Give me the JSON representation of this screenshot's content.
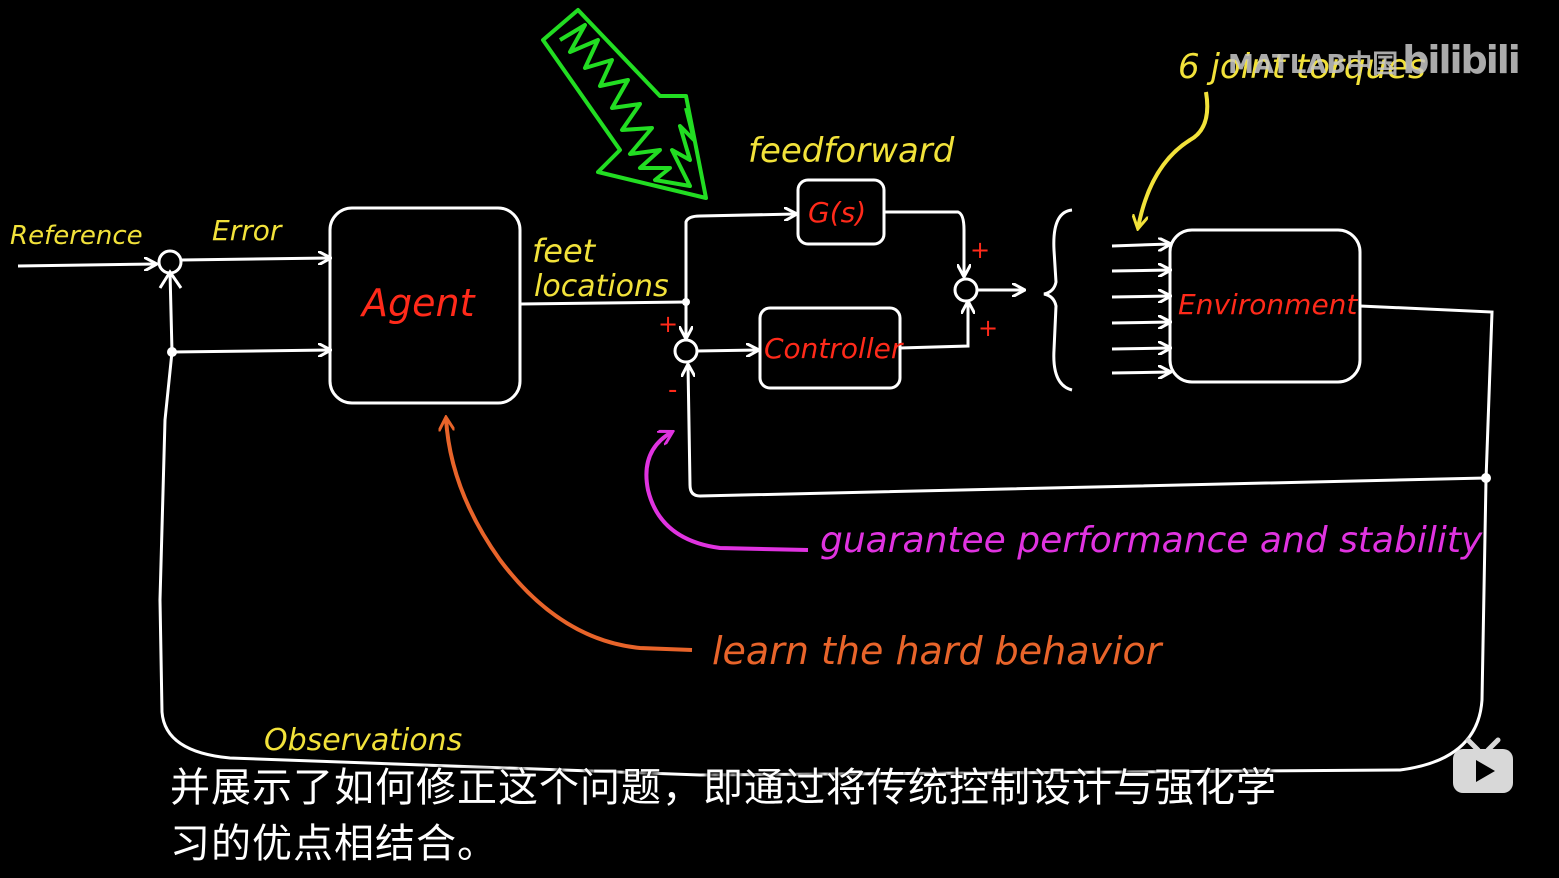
{
  "labels": {
    "reference": "Reference",
    "error": "Error",
    "agent": "Agent",
    "feet": "feet",
    "locations": "locations",
    "feedforward": "feedforward",
    "gs": "G(s)",
    "controller": "Controller",
    "environment": "Environment",
    "joint_torques": "6 joint torques",
    "observations": "Observations",
    "plus_top": "+",
    "plus_bottom": "+",
    "plus_sum": "+",
    "minus_sum": "-",
    "guarantee": "guarantee performance and stability",
    "learn": "learn the hard behavior"
  },
  "watermark": {
    "brand": "MATLAB中国",
    "site": "bilibili"
  },
  "subtitle": {
    "line1": "并展示了如何修正这个问题，即通过将传统控制设计与强化学",
    "line2": "习的优点相结合。"
  },
  "colors": {
    "background": "#000000",
    "line": "#ffffff",
    "yellow": "#f2e23a",
    "red": "#ff2a1a",
    "green": "#22dd22",
    "magenta": "#e033e0",
    "orange": "#e8642a"
  },
  "icons": {
    "tv": "bilibili-tv-icon"
  }
}
